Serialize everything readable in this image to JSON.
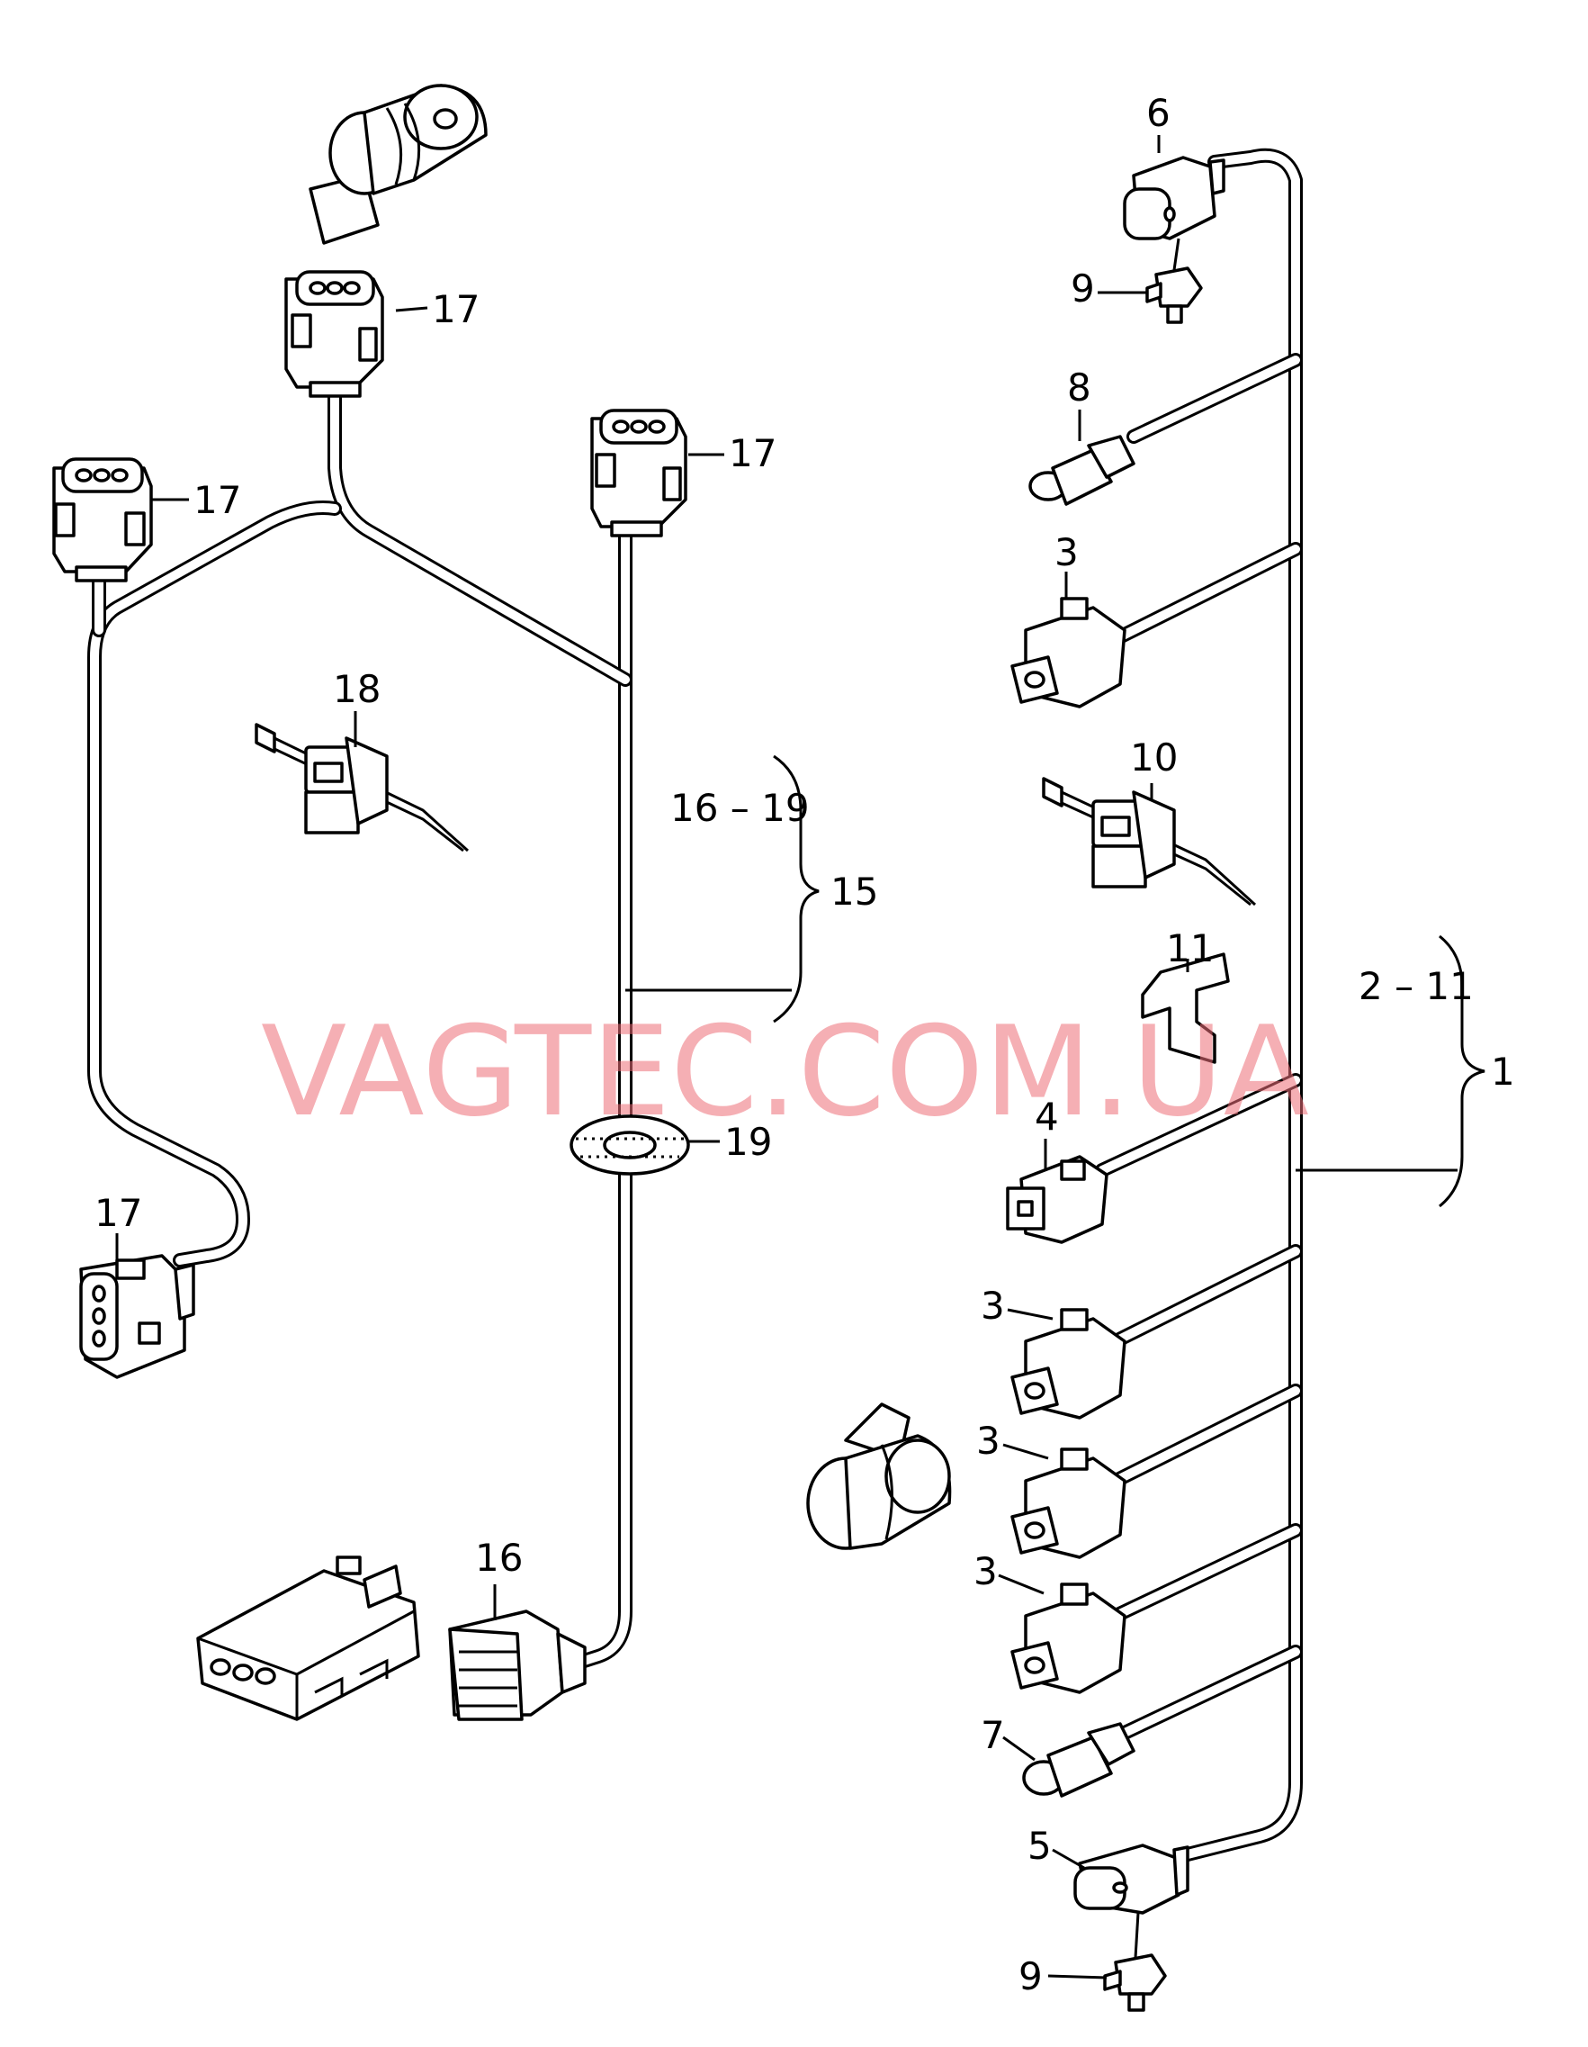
{
  "labels": {
    "p1": "1",
    "p2_11": "2 – 11",
    "p3": "3",
    "p4": "4",
    "p5": "5",
    "p6": "6",
    "p7": "7",
    "p8": "8",
    "p9": "9",
    "p10": "10",
    "p11": "11",
    "p15": "15",
    "p16": "16",
    "p16_19": "16 – 19",
    "p17": "17",
    "p18": "18",
    "p19": "19"
  },
  "watermark": "VAGTEC.COM.UA"
}
